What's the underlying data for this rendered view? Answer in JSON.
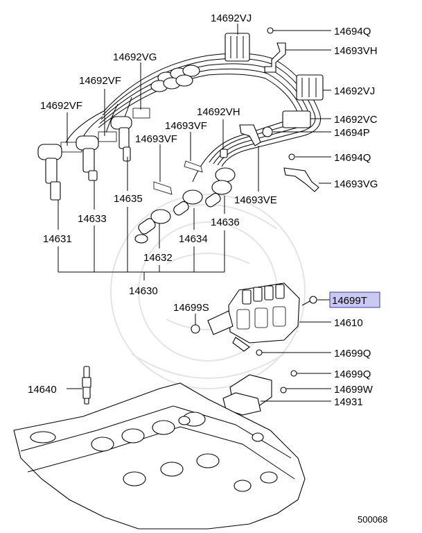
{
  "labels": {
    "p14692VJ_top": "14692VJ",
    "p14694Q_top": "14694Q",
    "p14693VH": "14693VH",
    "p14692VG": "14692VG",
    "p14692VF_a": "14692VF",
    "p14692VJ_mid": "14692VJ",
    "p14692VF_b": "14692VF",
    "p14692VH": "14692VH",
    "p14692VC": "14692VC",
    "p14693VF_a": "14693VF",
    "p14694P": "14694P",
    "p14693VF_b": "14693VF",
    "p14694Q_mid": "14694Q",
    "p14693VG": "14693VG",
    "p14635": "14635",
    "p14693VE": "14693VE",
    "p14633": "14633",
    "p14636": "14636",
    "p14631": "14631",
    "p14634": "14634",
    "p14632": "14632",
    "p14630": "14630",
    "p14699T": "14699T",
    "p14699S": "14699S",
    "p14610": "14610",
    "p14699Q_a": "14699Q",
    "p14699Q_b": "14699Q",
    "p14640": "14640",
    "p14699W": "14699W",
    "p14931": "14931",
    "diagram_id": "500068"
  },
  "colors": {
    "highlight_fill": "#c9c9f2",
    "highlight_stroke": "#3a3aa8",
    "line": "#000000",
    "watermark": "#e4e4e4"
  },
  "highlighted_part": "14699T"
}
